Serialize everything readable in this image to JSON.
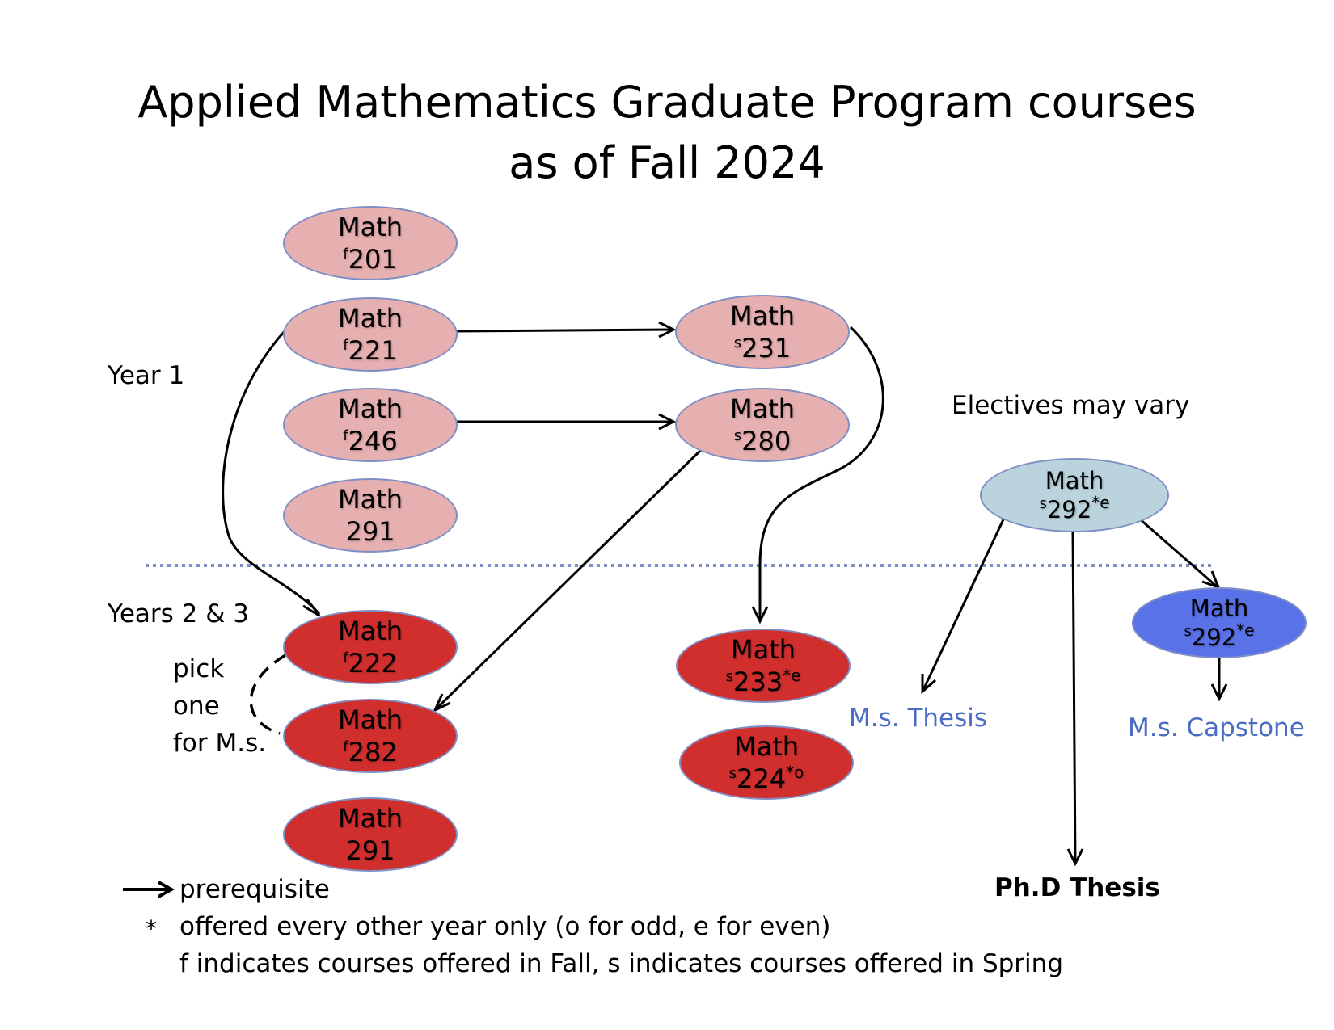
{
  "title": {
    "line1": "Applied Mathematics Graduate Program courses",
    "line2": "as of Fall 2024"
  },
  "sections": {
    "year1": "Year 1",
    "years23": "Years 2 & 3",
    "electives": "Electives may vary"
  },
  "pick_note": {
    "line1": "pick",
    "line2": "one",
    "line3": "for M.s."
  },
  "courses": [
    {
      "id": "math201",
      "label": "Math",
      "term": "f",
      "number": "201",
      "tag": ""
    },
    {
      "id": "math221",
      "label": "Math",
      "term": "f",
      "number": "221",
      "tag": ""
    },
    {
      "id": "math246",
      "label": "Math",
      "term": "f",
      "number": "246",
      "tag": ""
    },
    {
      "id": "math291y1",
      "label": "Math",
      "term": "",
      "number": "291",
      "tag": ""
    },
    {
      "id": "math231",
      "label": "Math",
      "term": "s",
      "number": "231",
      "tag": ""
    },
    {
      "id": "math280",
      "label": "Math",
      "term": "s",
      "number": "280",
      "tag": ""
    },
    {
      "id": "math222",
      "label": "Math",
      "term": "f",
      "number": "222",
      "tag": ""
    },
    {
      "id": "math282",
      "label": "Math",
      "term": "f",
      "number": "282",
      "tag": ""
    },
    {
      "id": "math291y23",
      "label": "Math",
      "term": "",
      "number": "291",
      "tag": ""
    },
    {
      "id": "math233",
      "label": "Math",
      "term": "s",
      "number": "233",
      "tag": "*e"
    },
    {
      "id": "math224",
      "label": "Math",
      "term": "s",
      "number": "224",
      "tag": "*o"
    },
    {
      "id": "math292elective",
      "label": "Math",
      "term": "s",
      "number": "292",
      "tag": "*e"
    },
    {
      "id": "math292capstone",
      "label": "Math",
      "term": "s",
      "number": "292",
      "tag": "*e"
    }
  ],
  "outcomes": {
    "ms_thesis": "M.s. Thesis",
    "ms_capstone": "M.s. Capstone",
    "phd_thesis": "Ph.D Thesis"
  },
  "legend": {
    "prerequisite": "prerequisite",
    "asterisk_symbol": "*",
    "asterisk_text": "offered every other year only (o for odd, e for even)",
    "term_note": "f indicates courses offered in Fall, s indicates courses offered in Spring"
  },
  "edges": [
    {
      "from": "math221",
      "to": "math231",
      "style": "prerequisite"
    },
    {
      "from": "math246",
      "to": "math280",
      "style": "prerequisite"
    },
    {
      "from": "math221",
      "to": "math222",
      "style": "prerequisite"
    },
    {
      "from": "math280",
      "to": "math282",
      "style": "prerequisite"
    },
    {
      "from": "math231",
      "to": "math233",
      "style": "prerequisite"
    },
    {
      "from": "math292elective",
      "to": "ms_thesis",
      "style": "prerequisite"
    },
    {
      "from": "math292elective",
      "to": "phd_thesis",
      "style": "prerequisite"
    },
    {
      "from": "math292elective",
      "to": "math292capstone",
      "style": "prerequisite"
    },
    {
      "from": "math292capstone",
      "to": "ms_capstone",
      "style": "prerequisite"
    },
    {
      "from": "math222",
      "to": "math282",
      "style": "dashed-choice"
    }
  ],
  "colors": {
    "year1_fill": "#e6afb0",
    "years23_fill": "#d12f2e",
    "elective_fill": "#bad3dc",
    "capstone_fill": "#5a72e8",
    "node_border": "#7f8fc4",
    "divider": "#7f8fc4",
    "outcome_text": "#4a6dc3"
  }
}
